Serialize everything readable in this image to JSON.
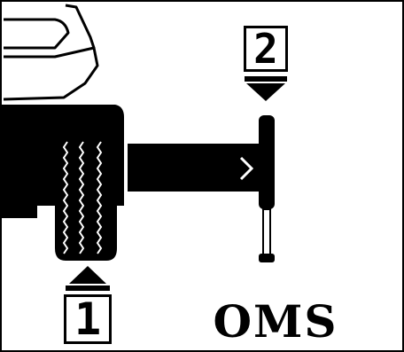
{
  "display": {
    "callout_1": "1",
    "callout_2": "2",
    "system_label": "OMS",
    "colors": {
      "foreground": "#000000",
      "background": "#ffffff"
    },
    "icons": [
      "operator-hand-icon",
      "machine-body-icon",
      "tire-icon",
      "shaft-icon",
      "marker-arrow-icon",
      "target-bar-icon",
      "pointer-up-icon",
      "pointer-down-icon"
    ]
  }
}
